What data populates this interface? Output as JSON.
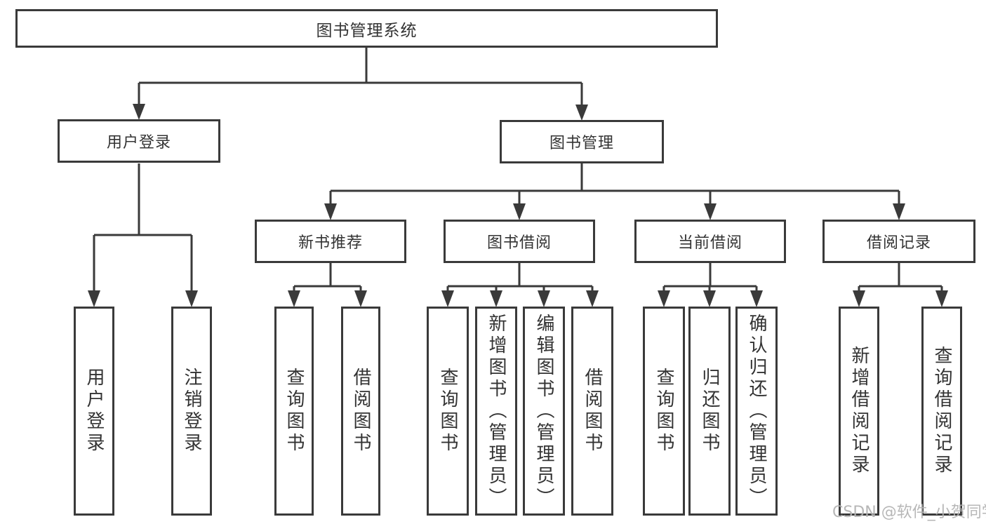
{
  "diagram": {
    "root": {
      "label": "图书管理系统"
    },
    "branches": [
      {
        "label": "用户登录",
        "children": [
          {
            "label": "用户登录"
          },
          {
            "label": "注销登录"
          }
        ]
      },
      {
        "label": "图书管理",
        "groups": [
          {
            "label": "新书推荐",
            "children": [
              {
                "label": "查询图书"
              },
              {
                "label": "借阅图书"
              }
            ]
          },
          {
            "label": "图书借阅",
            "children": [
              {
                "label": "查询图书"
              },
              {
                "label": "新增图书（管理员）"
              },
              {
                "label": "编辑图书（管理员）"
              },
              {
                "label": "借阅图书"
              }
            ]
          },
          {
            "label": "当前借阅",
            "children": [
              {
                "label": "查询图书"
              },
              {
                "label": "归还图书"
              },
              {
                "label": "确认归还（管理员）"
              }
            ]
          },
          {
            "label": "借阅记录",
            "children": [
              {
                "label": "新增借阅记录"
              },
              {
                "label": "查询借阅记录"
              }
            ]
          }
        ]
      }
    ],
    "watermark": "CSDN @软件_小贺同学",
    "colors": {
      "line": "#3a3a3a",
      "text": "#333333",
      "watermark": "#b4b4b4",
      "background": "#ffffff"
    }
  }
}
